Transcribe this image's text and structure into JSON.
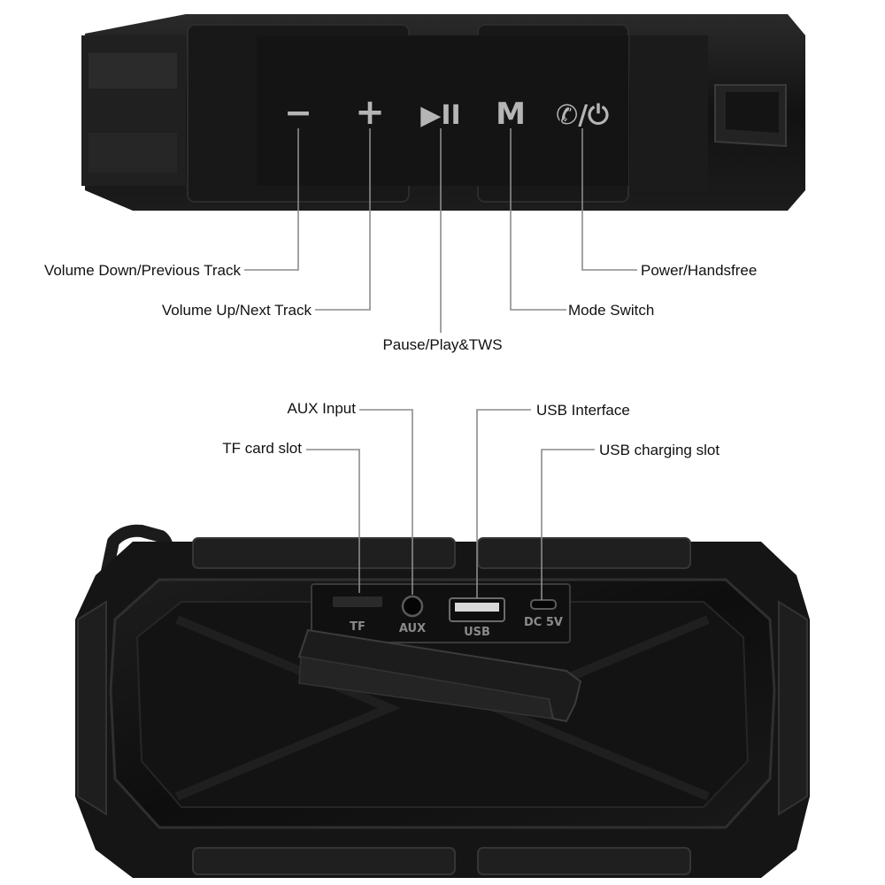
{
  "top_panel": {
    "buttons": [
      {
        "glyph": "−",
        "icon": "minus-icon"
      },
      {
        "glyph": "+",
        "icon": "plus-icon"
      },
      {
        "glyph": "▶II",
        "icon": "play-pause-icon"
      },
      {
        "glyph": "M",
        "icon": "mode-icon"
      },
      {
        "glyph": "✆/⏻",
        "icon": "phone-power-icon"
      }
    ],
    "labels": {
      "volume_down": "Volume Down/Previous Track",
      "volume_up": "Volume Up/Next Track",
      "play_pause": "Pause/Play&TWS",
      "mode": "Mode Switch",
      "power": "Power/Handsfree"
    }
  },
  "bottom_panel": {
    "labels": {
      "aux": "AUX Input",
      "tf": "TF card slot",
      "usb": "USB Interface",
      "charging": "USB charging slot"
    },
    "port_text": {
      "tf": "TF",
      "aux": "AUX",
      "usb": "USB",
      "dc": "DC 5V"
    }
  },
  "colors": {
    "body": "#151515",
    "edge": "#2e2e2e",
    "leader": "#8c8c8c",
    "text": "#111111"
  }
}
